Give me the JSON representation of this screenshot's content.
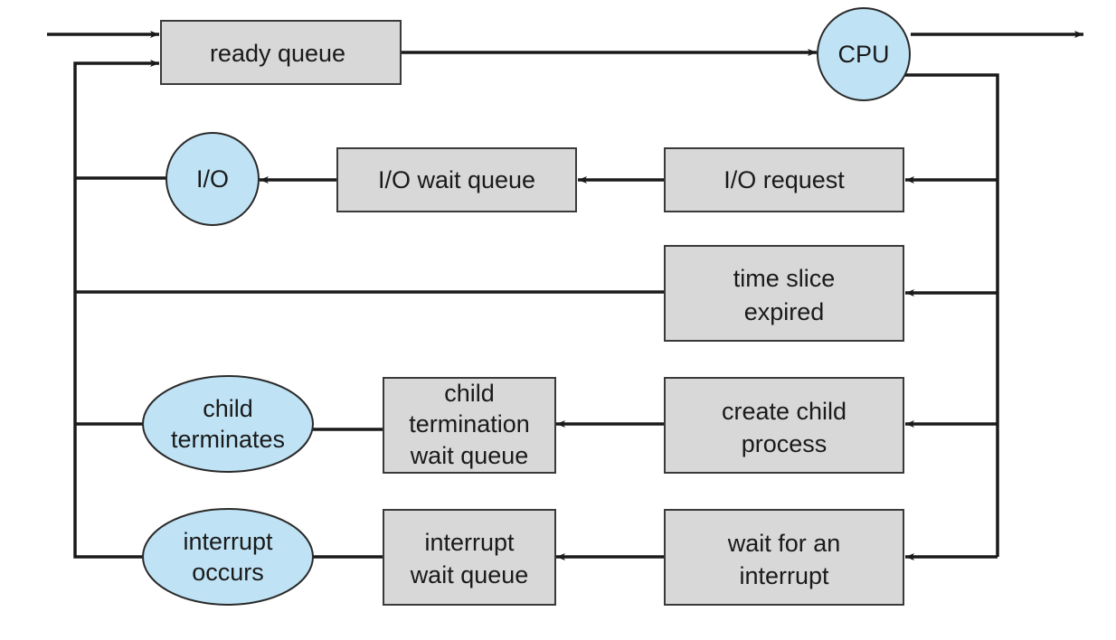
{
  "ready_queue": "ready queue",
  "cpu": "CPU",
  "io": "I/O",
  "io_wait_queue": "I/O wait queue",
  "io_request": "I/O request",
  "time_slice_expired": [
    "time slice",
    "expired"
  ],
  "child_terminates": [
    "child",
    "terminates"
  ],
  "child_termination_wait_queue": [
    "child",
    "termination",
    "wait queue"
  ],
  "create_child_process": [
    "create child",
    "process"
  ],
  "interrupt_occurs": [
    "interrupt",
    "occurs"
  ],
  "interrupt_wait_queue": [
    "interrupt",
    "wait queue"
  ],
  "wait_for_an_interrupt": [
    "wait for an",
    "interrupt"
  ],
  "colors": {
    "queue_box": "#d8d8d8",
    "event_node": "#bfe3f5",
    "line": "#1a1a1a"
  }
}
